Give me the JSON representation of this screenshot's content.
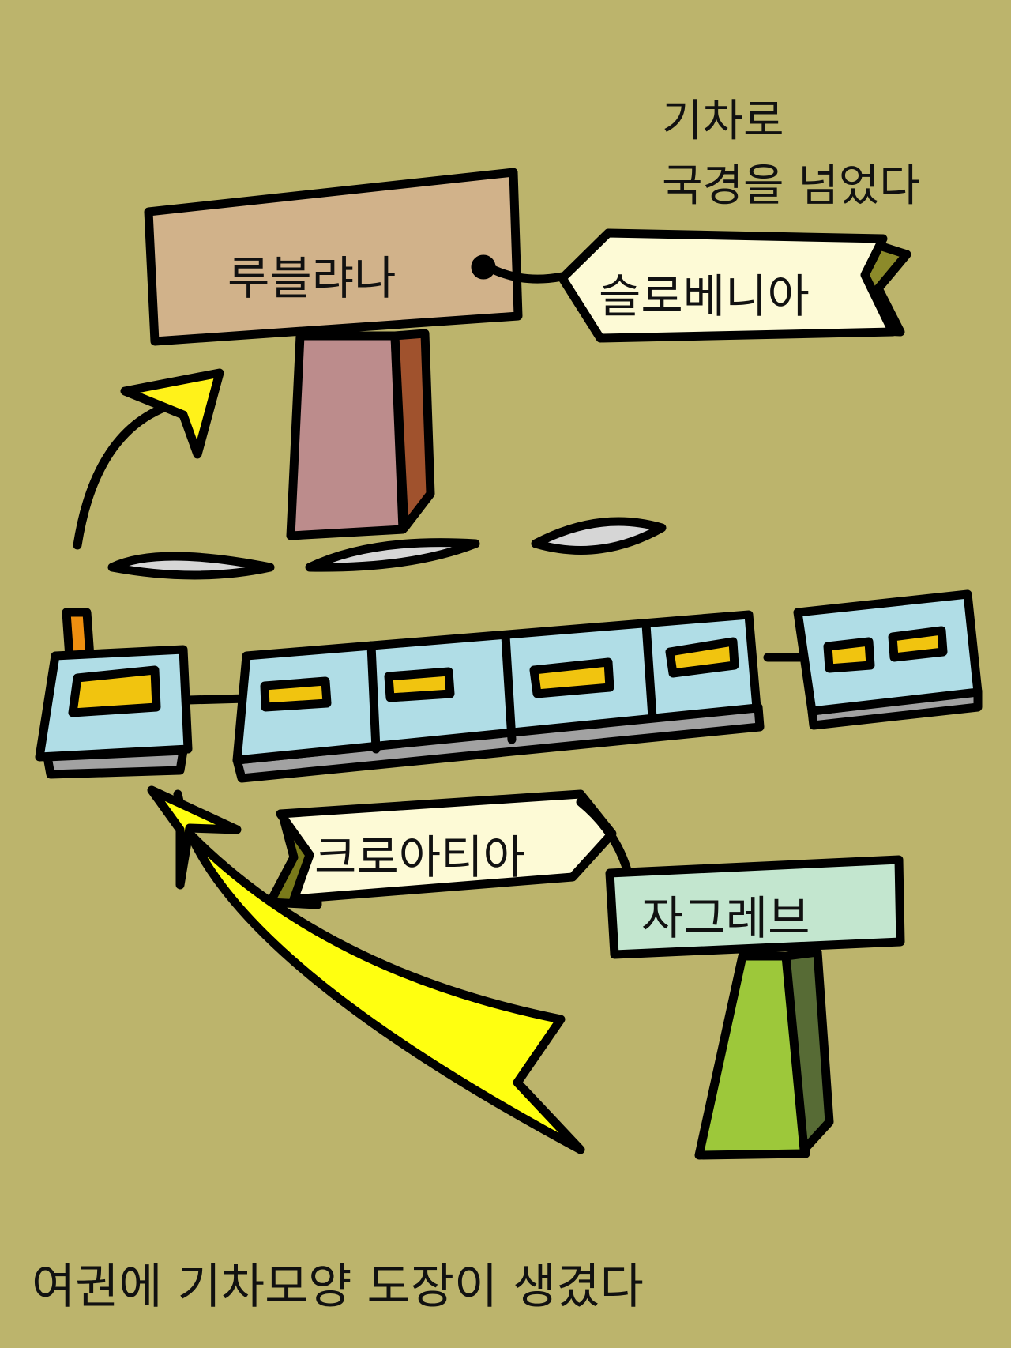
{
  "title": {
    "line1": "기차로",
    "line2": "국경을 넘었다"
  },
  "signs": {
    "ljubljana": "루블랴나",
    "slovenia": "슬로베니아",
    "croatia": "크로아티아",
    "zagreb": "자그레브"
  },
  "caption": "여권에 기차모양 도장이 생겼다",
  "colors": {
    "background": "#bcb46c",
    "ljubljana_sign": "#d1b28a",
    "ljubljana_post": "#bc8c8c",
    "zagreb_sign": "#c3e6cf",
    "zagreb_post": "#9dc83a",
    "tag_fill": "#fdfad6",
    "train_body": "#b0dde6",
    "train_window": "#f1c40f",
    "arrow": "#ffff10"
  }
}
